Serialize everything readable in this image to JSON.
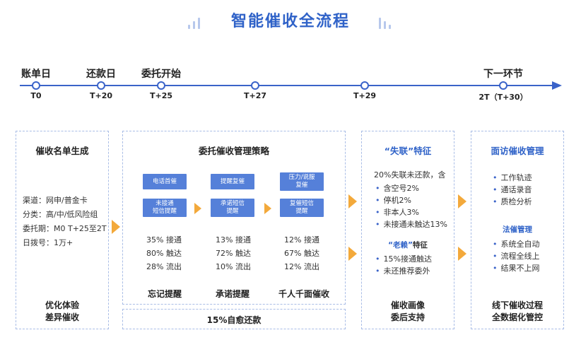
{
  "title": "智能催收全流程",
  "timeline": {
    "top_labels": [
      "账单日",
      "还款日",
      "委托开始",
      "下一环节"
    ],
    "bottom_labels": [
      "T0",
      "T+20",
      "T+25",
      "T+27",
      "T+29",
      "2T（T+30）"
    ]
  },
  "list_gen": {
    "title": "催收名单生成",
    "lines": [
      "渠道：网申/普金卡",
      "分类：高/中/低风险组",
      "委托期：M0 T+25至2T",
      "日拨号：1万+"
    ],
    "bottom": [
      "优化体验",
      "差异催收"
    ]
  },
  "strategy": {
    "title": "委托催收管理策略",
    "columns": [
      {
        "buttons": [
          "电话首催",
          "未接通\n短信提醒"
        ],
        "stats": [
          "35% 接通",
          "80% 触达",
          "28% 流出"
        ],
        "label": "忘记提醒"
      },
      {
        "buttons": [
          "提醒复催",
          "承诺短信\n提醒"
        ],
        "stats": [
          "13% 接通",
          "72% 触达",
          "10% 流出"
        ],
        "label": "承诺提醒"
      },
      {
        "buttons": [
          "压力/说服\n复催",
          "复催短信\n提醒"
        ],
        "stats": [
          "12% 接通",
          "67% 触达",
          "12% 流出"
        ],
        "label": "千人千面催收"
      }
    ],
    "footer": "15%自愈还款"
  },
  "lost_contact": {
    "title_quote": "“失联”",
    "title_rest": "特征",
    "intro": "20%失联未还款，含",
    "items": [
      "含空号2%",
      "停机2%",
      "非本人3%",
      "未接通未触达13%"
    ],
    "sub_quote": "“老赖”",
    "sub_rest": "特征",
    "sub_items": [
      "15%接通触达",
      "未还推荐委外"
    ],
    "bottom": [
      "催收画像",
      "委后支持"
    ]
  },
  "visit": {
    "title": "面访催收管理",
    "items": [
      "工作轨迹",
      "通话录音",
      "质检分析"
    ],
    "sub_title": "法催管理",
    "sub_items": [
      "系统全自动",
      "流程全线上",
      "结果不上网"
    ],
    "bottom": [
      "线下催收过程",
      "全数据化管控"
    ]
  },
  "colors": {
    "accent": "#2f62c8",
    "axis": "#3a63c9",
    "button": "#5580d9",
    "arrow": "#f3a93b",
    "border": "#a9bde6"
  }
}
